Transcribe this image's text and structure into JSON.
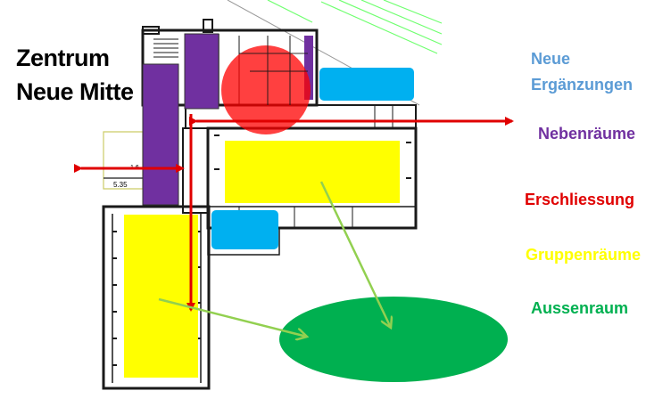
{
  "title": {
    "line1": "Zentrum",
    "line2": "Neue Mitte"
  },
  "legend": [
    {
      "id": "neue",
      "line1": "Neue",
      "line2": "Ergänzungen",
      "color": "#5b9bd5"
    },
    {
      "id": "neben",
      "label": "Nebenräume",
      "color": "#7030a0"
    },
    {
      "id": "erschl",
      "label": "Erschliessung",
      "color": "#e00000"
    },
    {
      "id": "gruppen",
      "label": "Gruppenräume",
      "color": "#ffff00"
    },
    {
      "id": "aussen",
      "label": "Aussenraum",
      "color": "#00b050"
    }
  ],
  "plan_labels": {
    "dim_a": "1.6",
    "dim_b": "5.35"
  },
  "colors": {
    "wall": "#1a1a1a",
    "nebenraum_fill": "#7030a0",
    "neue_fill": "#00b0f0",
    "gruppen_fill": "#ffff00",
    "erschl_arrow": "#e00000",
    "erschl_circle": "#ff0000",
    "aussen_fill": "#00b050",
    "flow_arrow": "#92d050",
    "hatch": "#70ff70"
  }
}
